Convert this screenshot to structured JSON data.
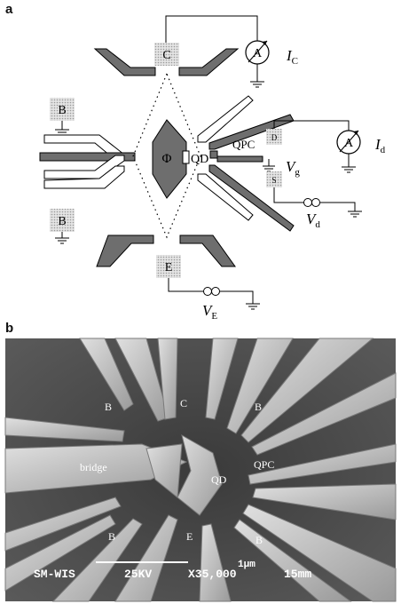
{
  "panel_a": {
    "label": "a",
    "contacts": {
      "c": "C",
      "b_top": "B",
      "b_bottom": "B",
      "e": "E",
      "d": "D",
      "s": "S"
    },
    "meters": {
      "left": "A",
      "right": "A"
    },
    "labels": {
      "phi": "Φ",
      "qd": "QD",
      "qpc": "QPC",
      "ic": "I",
      "ic_sub": "C",
      "id": "I",
      "id_sub": "d",
      "vg": "V",
      "vg_sub": "g",
      "vd": "V",
      "vd_sub": "d",
      "ve": "V",
      "ve_sub": "E"
    }
  },
  "panel_b": {
    "label": "b",
    "labels": {
      "c": "C",
      "e": "E",
      "b_tl": "B",
      "b_tr": "B",
      "b_bl": "B",
      "b_br": "B",
      "bridge": "bridge",
      "qd": "QD",
      "qpc": "QPC"
    },
    "sem_info": {
      "lab": "SM-WIS",
      "voltage": "25KV",
      "magnification": "X35,000",
      "working_distance": "15mm",
      "scale": "1μm"
    }
  },
  "colors": {
    "gate_fill": "#6e6e6e",
    "contact_fill": "#cfcfcf",
    "sem_background": "#4a4a4a",
    "sem_gate": "#c8c8c8"
  }
}
